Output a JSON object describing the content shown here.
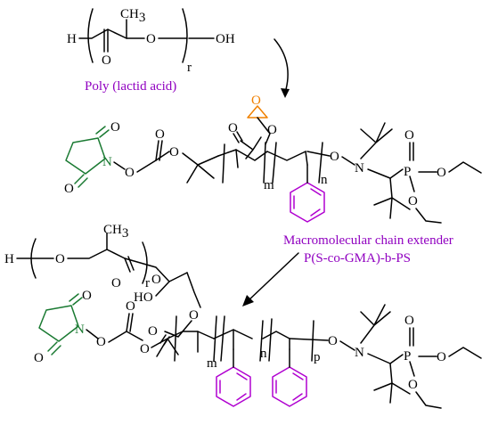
{
  "reactant": {
    "formula_labels": {
      "h": "H",
      "ch3": "CH",
      "ch3_sub": "3",
      "o_ester": "O",
      "o_carbonyl": "O",
      "oh": "OH",
      "r": "r"
    },
    "name": "Poly (lactid acid)"
  },
  "extender": {
    "labels": {
      "epoxide_o": "O",
      "ester_o1": "O",
      "ester_o2": "O",
      "succ_o1": "O",
      "succ_o2": "O",
      "succ_n": "N",
      "ox_o1": "O",
      "ox_o2": "O",
      "ox_o3": "O",
      "m": "m",
      "n": "n",
      "on_o": "O",
      "on_n": "N",
      "p_atom": "P",
      "p_o1": "O",
      "p_o2": "O",
      "p_o3": "O"
    },
    "name_line1": "Macromolecular chain extender",
    "name_line2": "P(S-co-GMA)-b-PS"
  },
  "product": {
    "labels": {
      "h": "H",
      "o1": "O",
      "ch3": "CH",
      "ch3_sub": "3",
      "o_carb": "O",
      "r": "r",
      "ho": "HO",
      "o_link": "O",
      "o_est1": "O",
      "o_est2": "O",
      "succ_o1": "O",
      "succ_o2": "O",
      "succ_n": "N",
      "ox_o1": "O",
      "ox_o2": "O",
      "ox_o3": "O",
      "m": "m",
      "n": "n",
      "p_idx": "p",
      "on_o": "O",
      "on_n": "N",
      "p_atom": "P",
      "p_o1": "O",
      "p_o2": "O",
      "p_o3": "O"
    }
  },
  "colors": {
    "imide": "#1a7a32",
    "epoxide": "#f08000",
    "phenyl": "#b000d0",
    "caption": "#9000c0"
  }
}
